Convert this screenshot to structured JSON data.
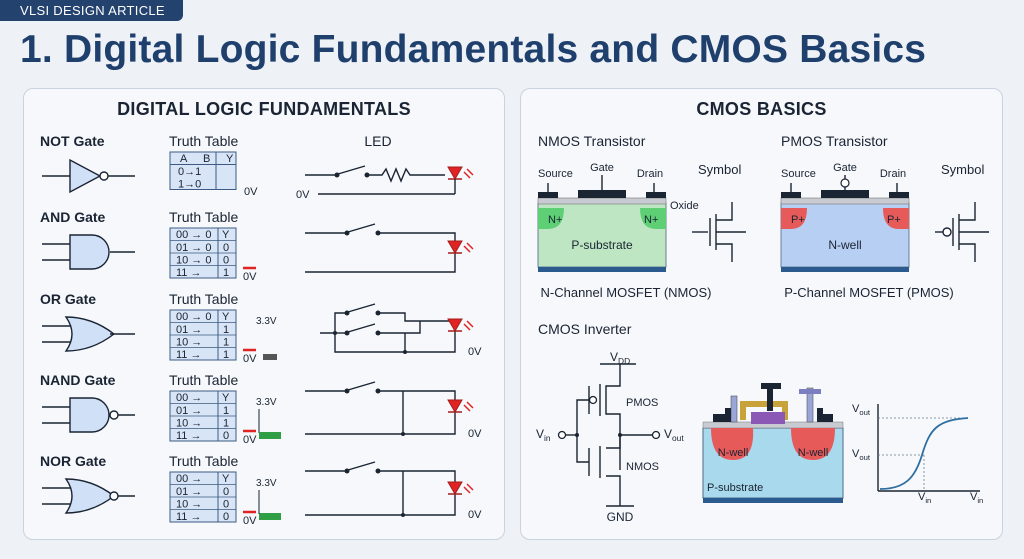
{
  "badge": "VLSI DESIGN ARTICLE",
  "title": "1. Digital Logic Fundamentals and CMOS Basics",
  "left_panel": {
    "heading": "DIGITAL LOGIC FUNDAMENTALS",
    "led_label": "LED",
    "truth_table_label": "Truth Table",
    "gates": [
      {
        "name": "NOT Gate",
        "header": [
          "A",
          "B",
          "Y"
        ],
        "rows": [
          [
            "0→1",
            "",
            ""
          ],
          [
            "1→0",
            "",
            ""
          ]
        ]
      },
      {
        "name": "AND Gate",
        "header": [
          "00 → 0",
          "Y"
        ],
        "rows": [
          [
            "01 → 0",
            "0"
          ],
          [
            "10 → 0",
            "0"
          ],
          [
            "11 →",
            "1"
          ]
        ]
      },
      {
        "name": "OR Gate",
        "header": [
          "00 → 0",
          "Y"
        ],
        "rows": [
          [
            "01 →",
            "1"
          ],
          [
            "10 →",
            "1"
          ],
          [
            "11 →",
            "1"
          ]
        ]
      },
      {
        "name": "NAND Gate",
        "header": [
          "00 →",
          "Y"
        ],
        "rows": [
          [
            "01 →",
            "1"
          ],
          [
            "10 →",
            "1"
          ],
          [
            "11 →",
            "0"
          ]
        ]
      },
      {
        "name": "NOR Gate",
        "header": [
          "00 →",
          "Y"
        ],
        "rows": [
          [
            "01 →",
            "0"
          ],
          [
            "10 →",
            "0"
          ],
          [
            "11 →",
            "0"
          ]
        ]
      }
    ],
    "labels": {
      "zero_v": "0V",
      "v33": "3.3V"
    }
  },
  "right_panel": {
    "heading": "CMOS BASICS",
    "nmos": {
      "title": "NMOS Transistor",
      "source": "Source",
      "gate": "Gate",
      "drain": "Drain",
      "symbol": "Symbol",
      "oxide": "Oxide",
      "n_plus": "N+",
      "substrate": "P-substrate",
      "caption": "N-Channel MOSFET (NMOS)"
    },
    "pmos": {
      "title": "PMOS Transistor",
      "source": "Source",
      "gate": "Gate",
      "drain": "Drain",
      "symbol": "Symbol",
      "p_plus": "P+",
      "well": "N-well",
      "caption": "P-Channel MOSFET (PMOS)"
    },
    "inverter": {
      "title": "CMOS Inverter",
      "vdd": "V",
      "vdd_sub": "DD",
      "pmos": "PMOS",
      "nmos": "NMOS",
      "vin": "V",
      "vin_sub": "in",
      "vout": "V",
      "vout_sub": "out",
      "gnd": "GND",
      "nwell": "N-well",
      "psub": "P-substrate"
    },
    "graph": {
      "y_label": "V",
      "y_sub": "out",
      "y_mid": "V",
      "y_mid_sub": "out",
      "x_mid": "V",
      "x_mid_sub": "in",
      "x_label": "V",
      "x_sub": "in"
    },
    "colors": {
      "navy": "#1f3f6c",
      "red": "#e02424",
      "green": "#2f9e44",
      "nplus": "#5fcf76",
      "psub": "#bfe6c2",
      "pplus": "#e75a5a",
      "nwell_blue": "#b7cff2"
    }
  }
}
